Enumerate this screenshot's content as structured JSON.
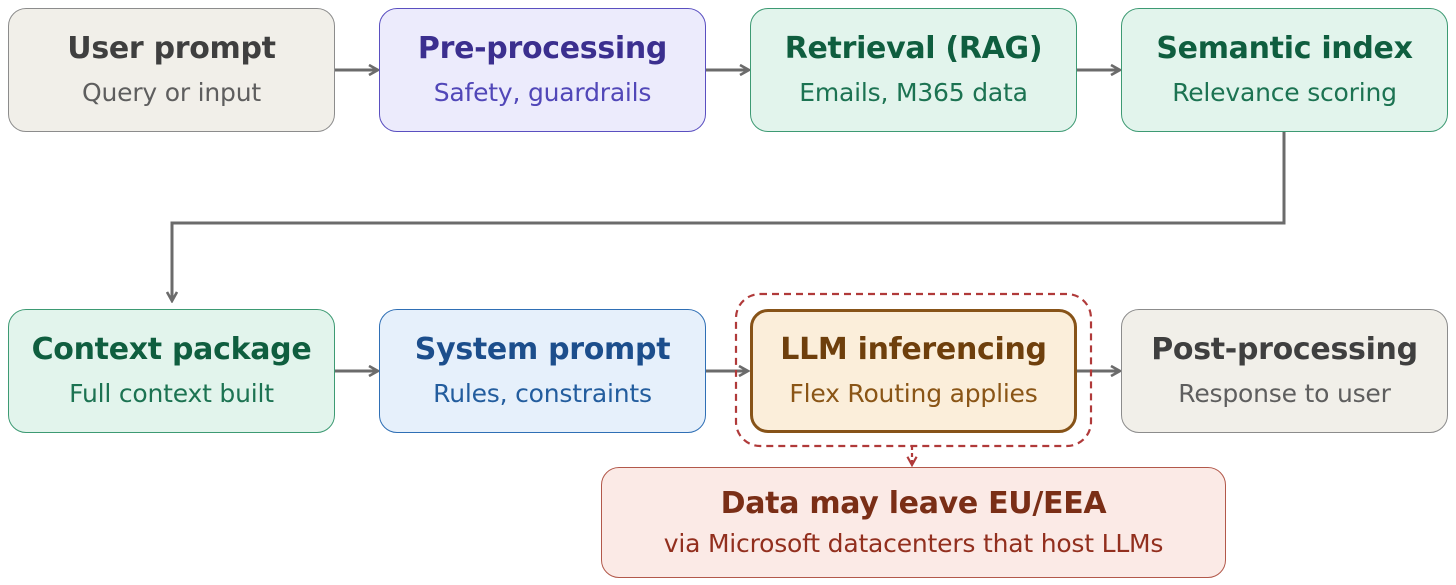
{
  "colors": {
    "arrow": "#6b6b6b",
    "warn_dash": "#b03a3a",
    "neutral": {
      "fill": "#f1efe9",
      "border": "#8c8c8c",
      "title": "#3f3f3f",
      "sub": "#5e5e5e"
    },
    "purple": {
      "fill": "#ecebfc",
      "border": "#5a4fc0",
      "title": "#3b2f8f",
      "sub": "#5147b8"
    },
    "green": {
      "fill": "#e2f4ec",
      "border": "#3d9a73",
      "title": "#0f5e3f",
      "sub": "#1c7352"
    },
    "blue": {
      "fill": "#e6f0fb",
      "border": "#2f6fb5",
      "title": "#1c4e8c",
      "sub": "#235d9e"
    },
    "orange": {
      "fill": "#fbeeda",
      "border": "#875318",
      "title": "#6e3f0c",
      "sub": "#8a5516"
    },
    "red": {
      "fill": "#fbeae6",
      "border": "#b2584a",
      "title": "#7a2e16",
      "sub": "#922f1e"
    }
  },
  "nodes": {
    "user_prompt": {
      "title": "User prompt",
      "sub": "Query or input"
    },
    "pre_processing": {
      "title": "Pre-processing",
      "sub": "Safety, guardrails"
    },
    "retrieval": {
      "title": "Retrieval (RAG)",
      "sub": "Emails, M365 data"
    },
    "semantic_index": {
      "title": "Semantic index",
      "sub": "Relevance scoring"
    },
    "context_package": {
      "title": "Context package",
      "sub": "Full context built"
    },
    "system_prompt": {
      "title": "System prompt",
      "sub": "Rules, constraints"
    },
    "llm_inferencing": {
      "title": "LLM inferencing",
      "sub": "Flex Routing applies"
    },
    "post_processing": {
      "title": "Post-processing",
      "sub": "Response to user"
    },
    "data_warning": {
      "title": "Data may leave EU/EEA",
      "sub": "via Microsoft datacenters that host LLMs"
    }
  }
}
